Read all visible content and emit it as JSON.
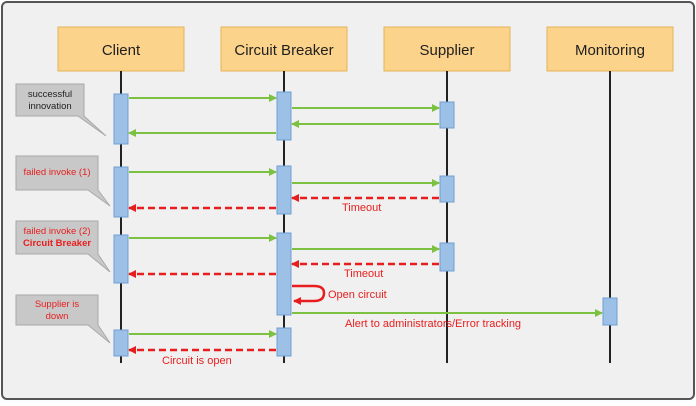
{
  "colors": {
    "frame_bg": "#f0f0f0",
    "frame_border": "#555555",
    "header_fill": "#fbd38a",
    "header_stroke": "#e6b35a",
    "lifeline": "#222222",
    "activation_fill": "#9cc0e6",
    "activation_stroke": "#6f9fd2",
    "success_arrow": "#7dc142",
    "failure_arrow": "#e81e1e",
    "callout_fill": "#c8c8c8",
    "callout_stroke": "#a9a9a9",
    "failure_text": "#e81e1e"
  },
  "participants": [
    {
      "id": "client",
      "label": "Client"
    },
    {
      "id": "breaker",
      "label": "Circuit Breaker"
    },
    {
      "id": "supplier",
      "label": "Supplier"
    },
    {
      "id": "monitoring",
      "label": "Monitoring"
    }
  ],
  "callouts": [
    {
      "lines": [
        "successful",
        "innovation"
      ],
      "style": "normal"
    },
    {
      "lines": [
        "failed invoke (1)"
      ],
      "style": "failure"
    },
    {
      "lines": [
        "failed invoke (2)",
        "Circuit Breaker"
      ],
      "style": "failure-bold"
    },
    {
      "lines": [
        "Supplier is",
        "down"
      ],
      "style": "failure"
    }
  ],
  "messages": [
    {
      "from": "client",
      "to": "breaker",
      "kind": "success",
      "label": ""
    },
    {
      "from": "breaker",
      "to": "supplier",
      "kind": "success",
      "label": ""
    },
    {
      "from": "supplier",
      "to": "breaker",
      "kind": "success",
      "label": ""
    },
    {
      "from": "breaker",
      "to": "client",
      "kind": "success",
      "label": ""
    },
    {
      "from": "client",
      "to": "breaker",
      "kind": "success",
      "label": ""
    },
    {
      "from": "breaker",
      "to": "supplier",
      "kind": "success",
      "label": ""
    },
    {
      "from": "supplier",
      "to": "breaker",
      "kind": "failure",
      "label": "Timeout"
    },
    {
      "from": "breaker",
      "to": "client",
      "kind": "failure",
      "label": ""
    },
    {
      "from": "client",
      "to": "breaker",
      "kind": "success",
      "label": ""
    },
    {
      "from": "breaker",
      "to": "supplier",
      "kind": "success",
      "label": ""
    },
    {
      "from": "supplier",
      "to": "breaker",
      "kind": "failure",
      "label": "Timeout"
    },
    {
      "from": "breaker",
      "to": "client",
      "kind": "failure",
      "label": ""
    },
    {
      "from": "breaker",
      "to": "breaker",
      "kind": "self",
      "label": "Open circuit"
    },
    {
      "from": "breaker",
      "to": "monitoring",
      "kind": "success",
      "label": "Alert to administrators/Error tracking"
    },
    {
      "from": "client",
      "to": "breaker",
      "kind": "success",
      "label": ""
    },
    {
      "from": "breaker",
      "to": "client",
      "kind": "failure",
      "label": "Circuit is open"
    }
  ]
}
